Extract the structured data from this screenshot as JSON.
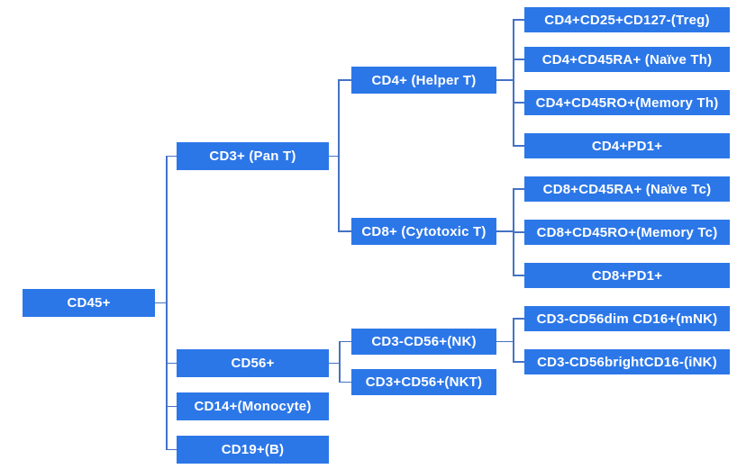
{
  "diagram": {
    "type": "tree",
    "description": "Immune cell subset gating hierarchy flowchart",
    "colors": {
      "background": "#ffffff",
      "node_fill": "#2c77e8",
      "node_text": "#ffffff",
      "connector": "#4472c4"
    },
    "hierarchy": {
      "label": "CD45+",
      "children": [
        {
          "label": "CD3+ (Pan T)",
          "children": [
            {
              "label": "CD4+ (Helper T)",
              "children": [
                {
                  "label": "CD4+CD25+CD127-(Treg)"
                },
                {
                  "label": "CD4+CD45RA+ (Naïve Th)"
                },
                {
                  "label": "CD4+CD45RO+(Memory Th)"
                },
                {
                  "label": "CD4+PD1+"
                }
              ]
            },
            {
              "label": "CD8+ (Cytotoxic T)",
              "children": [
                {
                  "label": "CD8+CD45RA+ (Naïve Tc)"
                },
                {
                  "label": "CD8+CD45RO+(Memory Tc)"
                },
                {
                  "label": "CD8+PD1+"
                }
              ]
            }
          ]
        },
        {
          "label": "CD56+",
          "children": [
            {
              "label": "CD3-CD56+(NK)",
              "children": [
                {
                  "label": "CD3-CD56dim CD16+(mNK)"
                },
                {
                  "label": "CD3-CD56brightCD16-(iNK)"
                }
              ]
            },
            {
              "label": "CD3+CD56+(NKT)"
            }
          ]
        },
        {
          "label": "CD14+(Monocyte)"
        },
        {
          "label": "CD19+(B)"
        }
      ]
    }
  },
  "nodes": {
    "cd45": "CD45+",
    "cd3": "CD3+ (Pan T)",
    "cd56": "CD56+",
    "cd14": "CD14+(Monocyte)",
    "cd19": "CD19+(B)",
    "cd4": "CD4+ (Helper T)",
    "cd8": "CD8+ (Cytotoxic T)",
    "nk": "CD3-CD56+(NK)",
    "nkt": "CD3+CD56+(NKT)",
    "treg": "CD4+CD25+CD127-(Treg)",
    "naive_th": "CD4+CD45RA+ (Naïve Th)",
    "memory_th": "CD4+CD45RO+(Memory Th)",
    "cd4_pd1": "CD4+PD1+",
    "naive_tc": "CD8+CD45RA+ (Naïve Tc)",
    "memory_tc": "CD8+CD45RO+(Memory Tc)",
    "cd8_pd1": "CD8+PD1+",
    "mnk": "CD3-CD56dim CD16+(mNK)",
    "ink": "CD3-CD56brightCD16-(iNK)"
  }
}
